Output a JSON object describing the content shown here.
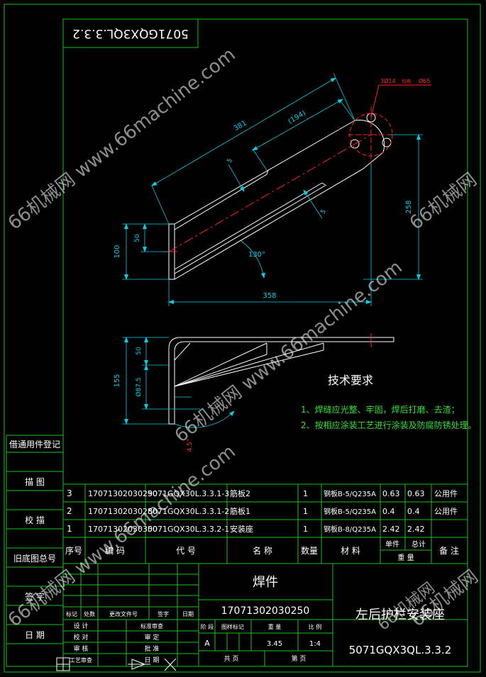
{
  "drawing_code_box": "5071GQX3QL.3.3.2",
  "watermarks": [
    "66机械网 www.66machine.com",
    "66机械网 www.66machine.com",
    "66机械网",
    "66机械网",
    "66机械网 www.66machine.com",
    "66机械网"
  ],
  "side_labels": [
    "借通用件登记",
    "描 图",
    "校 描",
    "旧底图总号",
    "签 字",
    "日 期"
  ],
  "dimensions": {
    "d381": "381",
    "d194": "(194)",
    "d3x14": "3Ø14",
    "d_mid": "均布",
    "d_phi65": "Ø65",
    "d5a": "5",
    "d5b": "5",
    "d258": "258",
    "d100": "100",
    "d50a": "50",
    "d130": "130°",
    "d358": "358",
    "d155": "155",
    "d50b": "50",
    "d875": "Ø87.5",
    "d_red": "4.5°"
  },
  "tech": {
    "title": "技术要求",
    "line1": "1、焊缝应光整、牢固，焊后打磨、去渣；",
    "line2": "2、按相应涂装工艺进行涂装及防腐防锈处理。"
  },
  "bom_rows": [
    {
      "no": "3",
      "code": "17071302030290",
      "ref": "5071GQX30L.3.3.1-3",
      "name": "筋板2",
      "qty": "1",
      "mat": "钢板B-5/Q235A",
      "unit": "0.63",
      "total": "0.63",
      "note": "公用件"
    },
    {
      "no": "2",
      "code": "17071302030280",
      "ref": "5071GQX30L.3.3.1-2",
      "name": "筋板1",
      "qty": "1",
      "mat": "钢板B-5/Q235A",
      "unit": "0.4",
      "total": "0.4",
      "note": "公用件"
    },
    {
      "no": "1",
      "code": "17071302030300",
      "ref": "5071GQX30L.3.3.2-1",
      "name": "安装座",
      "qty": "1",
      "mat": "钢板B-8/Q235A",
      "unit": "2.42",
      "total": "2.42",
      "note": ""
    }
  ],
  "bom_header": {
    "no": "序号",
    "code": "编 码",
    "ref": "代 号",
    "name": "名 称",
    "qty": "数量",
    "mat": "材 料",
    "unit": "单件",
    "total": "总计",
    "weight": "重 量",
    "note": "备 注"
  },
  "title_block": {
    "part_type": "焊件",
    "code": "17071302030250",
    "part_name": "左后护栏安装座",
    "drawing_no": "5071GQX3QL.3.3.2",
    "rev_headers": [
      "标记",
      "处数",
      "更改文件号",
      "签字",
      "日期"
    ],
    "roles_left": [
      "设 计",
      "校 对",
      "审 核",
      "工艺审查"
    ],
    "roles_right": [
      "标准审查",
      "审 定",
      "批 准",
      "日 期"
    ],
    "stage_label": "阶 段",
    "mark_label": "图样标记",
    "weight_label": "重 量",
    "scale_label": "比 例",
    "stage": "A",
    "weight": "3.45",
    "scale": "1:4",
    "sheets_total": "共 页",
    "sheet_no": "第 页"
  }
}
